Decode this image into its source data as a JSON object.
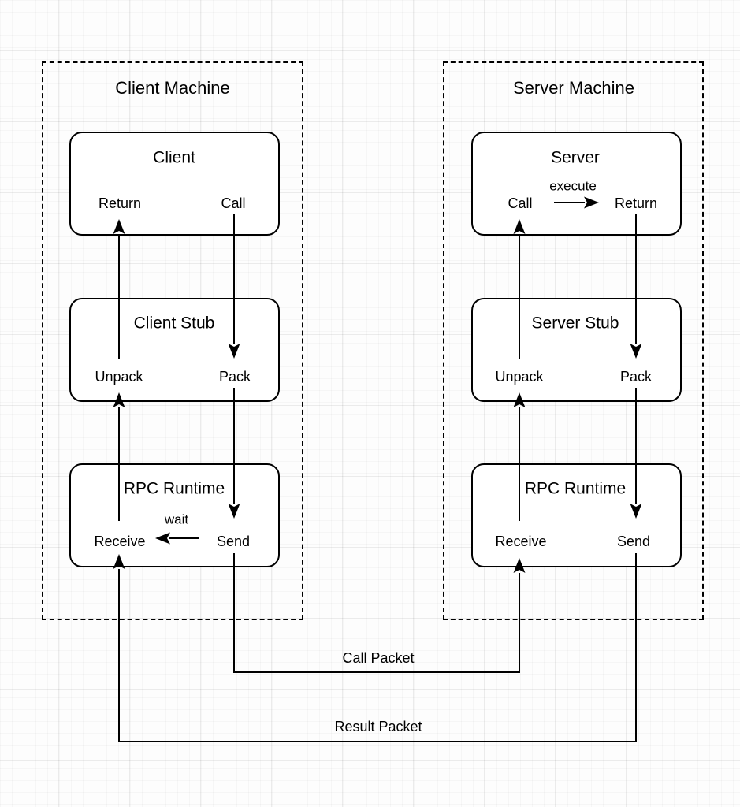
{
  "style": {
    "background_color": "#fdfdfd",
    "grid_color": "#ebebeb",
    "line_color": "#000000",
    "box_fill": "#ffffff",
    "text_color": "#000000"
  },
  "machines": [
    {
      "title": "Client Machine",
      "boxes": [
        {
          "title": "Client",
          "left_label": "Return",
          "right_label": "Call"
        },
        {
          "title": "Client Stub",
          "left_label": "Unpack",
          "right_label": "Pack"
        },
        {
          "title": "RPC Runtime",
          "left_label": "Receive",
          "right_label": "Send",
          "internal_arrow_label": "wait"
        }
      ]
    },
    {
      "title": "Server Machine",
      "boxes": [
        {
          "title": "Server",
          "left_label": "Call",
          "right_label": "Return",
          "internal_arrow_label": "execute"
        },
        {
          "title": "Server Stub",
          "left_label": "Unpack",
          "right_label": "Pack"
        },
        {
          "title": "RPC Runtime",
          "left_label": "Receive",
          "right_label": "Send"
        }
      ]
    }
  ],
  "connectors": {
    "call_packet_label": "Call Packet",
    "result_packet_label": "Result Packet"
  }
}
